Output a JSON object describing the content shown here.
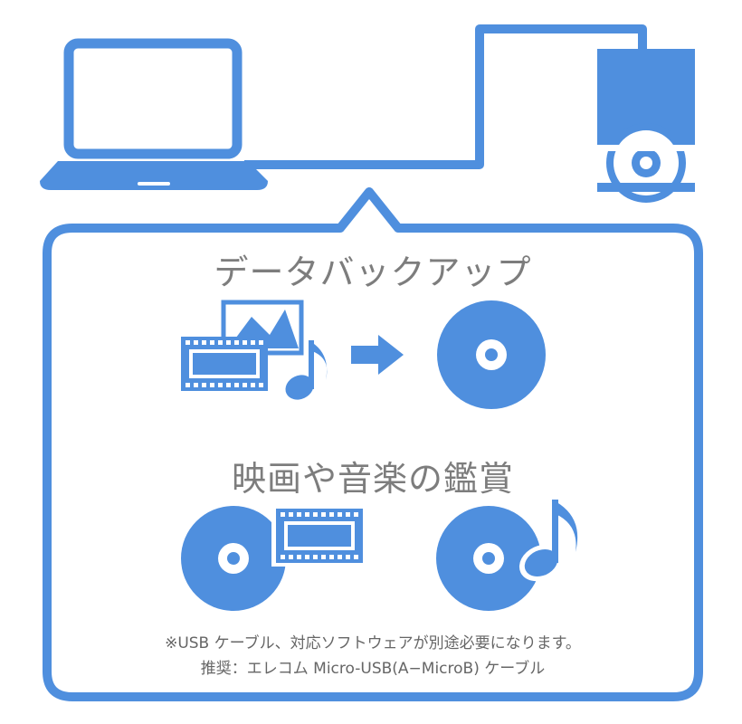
{
  "colors": {
    "accent": "#4f8fde",
    "background": "#ffffff",
    "heading_text": "#7d7d7d",
    "note_text": "#666666"
  },
  "devices": {
    "computer_icon": "laptop-icon",
    "drive_icon": "optical-drive-icon",
    "cable_icon": "usb-cable"
  },
  "sections": [
    {
      "heading": "データバックアップ",
      "icons": [
        "film-strip-icon",
        "photo-icon",
        "music-note-icon",
        "arrow-right-icon",
        "disc-icon"
      ]
    },
    {
      "heading": "映画や音楽の鑑賞",
      "icons": [
        "disc-icon",
        "film-strip-icon",
        "disc-icon",
        "music-note-icon"
      ]
    }
  ],
  "notes": {
    "line1": "※USB ケーブル、対応ソフトウェアが別途必要になります。",
    "line2": "推奨：エレコム Micro-USB(A−MicroB) ケーブル"
  }
}
